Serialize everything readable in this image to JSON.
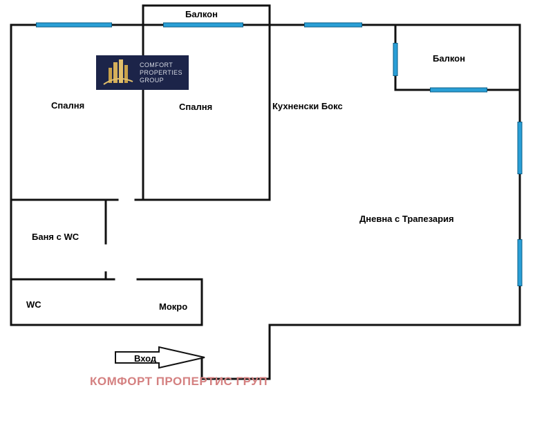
{
  "rooms": {
    "balcony_top": "Балкон",
    "balcony_right": "Балкон",
    "bedroom_left": "Спалня",
    "bedroom_center": "Спалня",
    "kitchen": "Кухненски Бокс",
    "living": "Дневна с Трапезария",
    "bathroom": "Баня с WC",
    "wc": "WC",
    "wet_room": "Мокро",
    "entrance": "Вход"
  },
  "logo": {
    "line1": "COMFORT",
    "line2": "PROPERTIES",
    "line3": "GROUP"
  },
  "watermark": "КОМФОРТ ПРОПЕРТИС ГРУП",
  "colors": {
    "wall": "#111111",
    "window": "#2a9fd6",
    "logo_bg": "#1c2449",
    "watermark": "#d48080"
  }
}
